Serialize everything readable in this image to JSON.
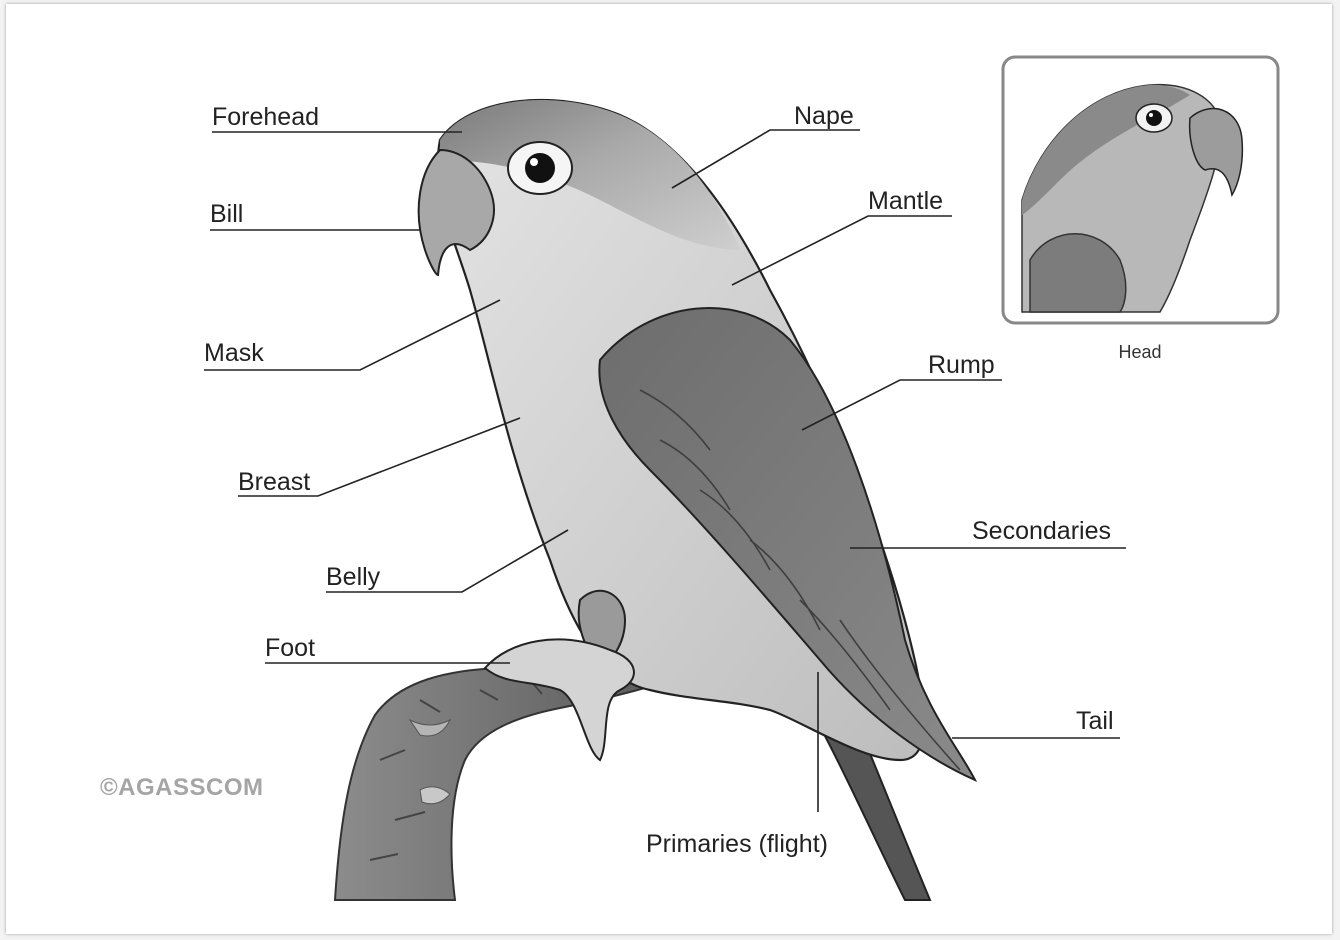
{
  "diagram": {
    "labels": {
      "forehead": "Forehead",
      "bill": "Bill",
      "mask": "Mask",
      "breast": "Breast",
      "belly": "Belly",
      "foot": "Foot",
      "nape": "Nape",
      "mantle": "Mantle",
      "rump": "Rump",
      "secondaries": "Secondaries",
      "tail": "Tail",
      "primaries": "Primaries (flight)"
    },
    "inset_caption": "Head",
    "watermark": "©AGASSCOM"
  }
}
